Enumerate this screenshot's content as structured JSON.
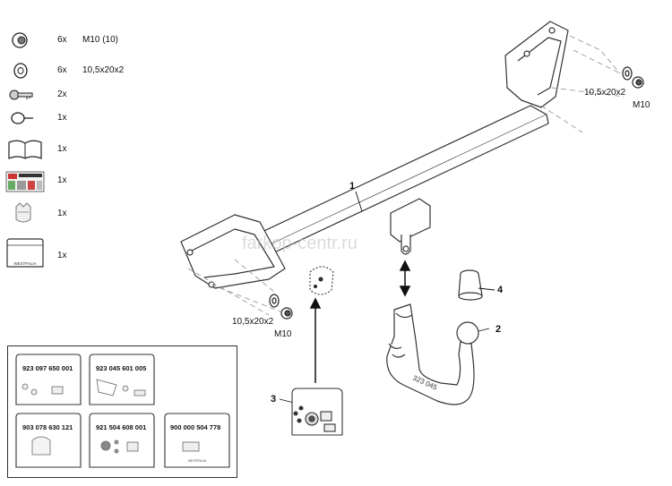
{
  "parts_list": [
    {
      "icon": "nut-icon",
      "qty": "6x",
      "spec": "M10 (10)"
    },
    {
      "icon": "washer-icon",
      "qty": "6x",
      "spec": "10,5x20x2"
    },
    {
      "icon": "key-icon",
      "qty": "2x",
      "spec": ""
    },
    {
      "icon": "clip-ring-icon",
      "qty": "1x",
      "spec": ""
    },
    {
      "icon": "manual-book-icon",
      "qty": "1x",
      "spec": ""
    },
    {
      "icon": "sticker-sheet-icon",
      "qty": "1x",
      "spec": ""
    },
    {
      "icon": "cap-cover-icon",
      "qty": "1x",
      "spec": ""
    },
    {
      "icon": "bag-icon",
      "qty": "1x",
      "spec": "",
      "bag_text": "WESTFALIA"
    }
  ],
  "callouts": {
    "right_washer": "10,5x20x2",
    "right_nut": "M10",
    "left_washer": "10,5x20x2",
    "left_nut": "M10"
  },
  "part_numbers": {
    "crossbar": "1",
    "ball": "2",
    "electrical_kit": "3",
    "cover_cap": "4"
  },
  "neck_marking": "323 045",
  "watermark": "farkop-centr.ru",
  "kit_cards": [
    {
      "code": "923 097 650 001"
    },
    {
      "code": "923 045 601 005"
    },
    {
      "code": "903 078 630 121"
    },
    {
      "code": "921 504 608 001"
    },
    {
      "code": "900 000 504 778"
    }
  ],
  "kit_card_bag_text": "WESTFALIA"
}
